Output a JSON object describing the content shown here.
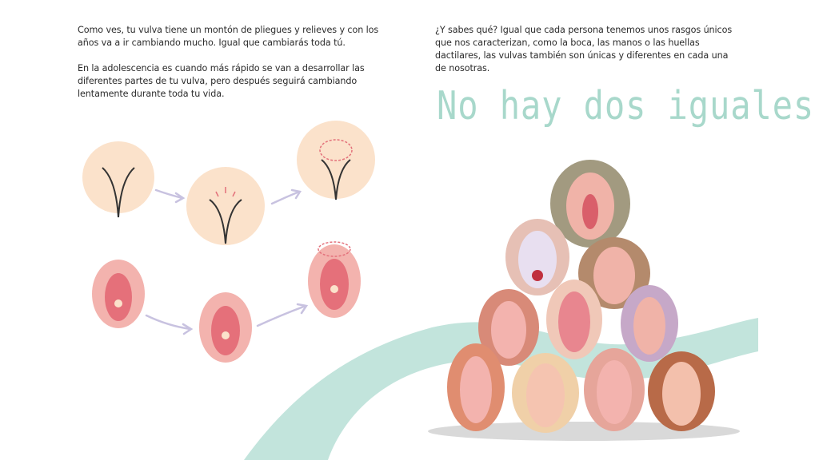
{
  "left_page": {
    "paragraphs": [
      "Como ves, tu vulva tiene un montón de pliegues y relieves y con los años va a ir cambiando mucho. Igual que cambiarás toda tú.",
      "En la adolescencia es cuando más rápido se van a desarrollar las diferentes partes de tu vulva, pero después seguirá cambiando lentamente durante toda tu vida."
    ]
  },
  "right_page": {
    "paragraph": "¿Y sabes qué? Igual que cada persona tenemos unos rasgos únicos que nos caracterizan, como la boca, las manos o las huellas dactilares, las vulvas también son únicas y diferentes en cada una de nosotras.",
    "title": "No hay dos iguales."
  },
  "colors": {
    "title": "#a8d8cb",
    "river": "#c2e4dc",
    "skin": "#fbe2cb",
    "pink": "#e88a8f",
    "arrow": "#c8c2e0"
  }
}
